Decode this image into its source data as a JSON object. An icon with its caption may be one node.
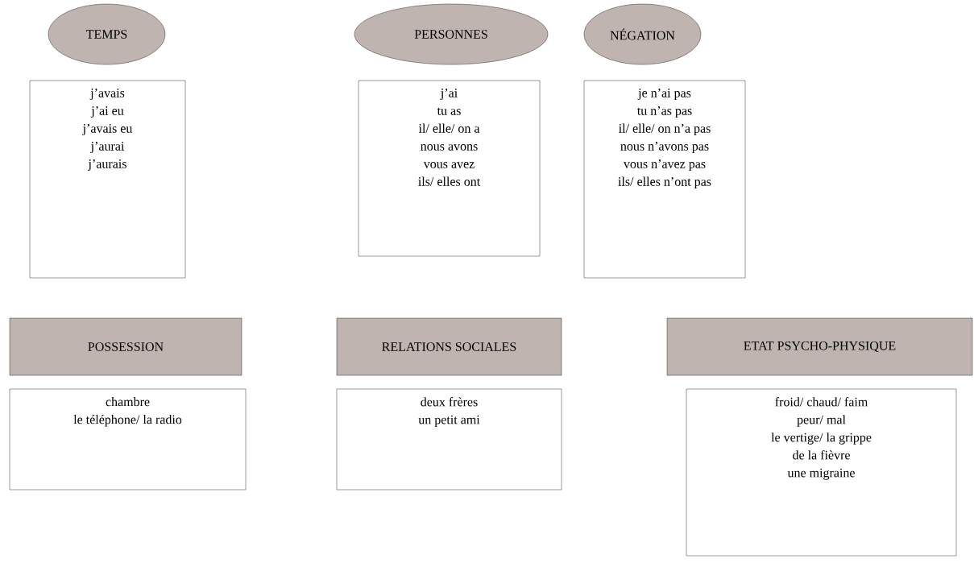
{
  "diagram": {
    "nodes": [
      {
        "text": [
          "TEMPS"
        ]
      },
      {
        "text": [
          "PERSONNES"
        ]
      },
      {
        "text": [
          "NÉGATION"
        ]
      },
      {
        "text": [
          "j’avais",
          "j’ai eu",
          "j’avais eu",
          "j’aurai",
          "j’aurais"
        ]
      },
      {
        "text": [
          "j’ai",
          "tu as",
          "il/ elle/ on a",
          "nous avons",
          "vous avez",
          "ils/ elles ont"
        ]
      },
      {
        "text": [
          "je n’ai pas",
          "tu n’as pas",
          "il/ elle/ on n’a pas",
          "nous n’avons pas",
          "vous n’avez pas",
          "ils/ elles n’ont pas"
        ]
      },
      {
        "text": [
          "POSSESSION"
        ]
      },
      {
        "text": [
          "RELATIONS SOCIALES"
        ]
      },
      {
        "text": [
          "ETAT PSYCHO-PHYSIQUE"
        ]
      },
      {
        "text": [
          "chambre",
          "le téléphone/ la radio"
        ]
      },
      {
        "text": [
          "deux frères",
          "un petit ami"
        ]
      },
      {
        "text": [
          "froid/ chaud/ faim",
          "peur/ mal",
          "le vertige/ la grippe",
          "de la fièvre",
          "une migraine"
        ]
      }
    ]
  }
}
